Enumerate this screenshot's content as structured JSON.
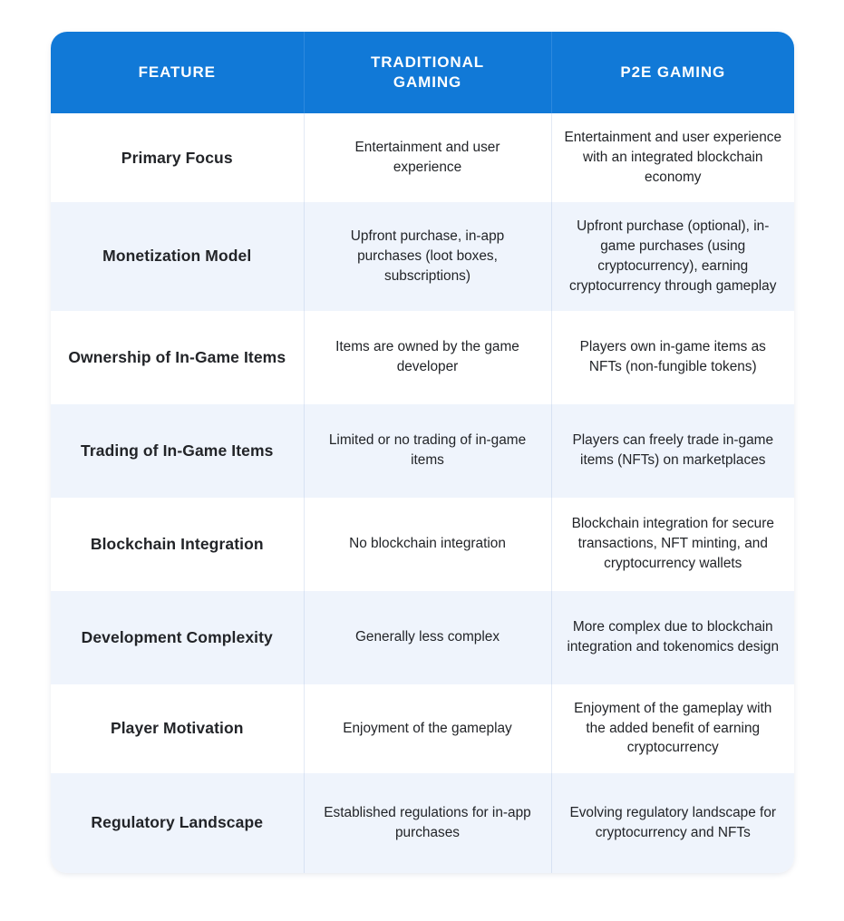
{
  "table": {
    "accent_color": "#1179d7",
    "stripe_color": "#eff4fc",
    "base_color": "#ffffff",
    "headers": [
      {
        "label": "FEATURE"
      },
      {
        "label": "TRADITIONAL\nGAMING"
      },
      {
        "label": "P2E GAMING"
      }
    ],
    "rows": [
      {
        "feature": "Primary Focus",
        "traditional": "Entertainment and user experience",
        "p2e": "Entertainment and user experience with an integrated blockchain economy"
      },
      {
        "feature": "Monetization Model",
        "traditional": "Upfront purchase, in-app purchases (loot boxes, subscriptions)",
        "p2e": "Upfront purchase (optional), in-game purchases (using cryptocurrency), earning cryptocurrency through gameplay"
      },
      {
        "feature": "Ownership of In-Game Items",
        "traditional": "Items are owned by the game developer",
        "p2e": "Players own in-game items as NFTs (non-fungible tokens)"
      },
      {
        "feature": "Trading of In-Game Items",
        "traditional": "Limited or no trading of in-game items",
        "p2e": "Players can freely trade in-game items (NFTs) on marketplaces"
      },
      {
        "feature": "Blockchain Integration",
        "traditional": "No blockchain integration",
        "p2e": "Blockchain integration for secure transactions, NFT minting, and cryptocurrency wallets"
      },
      {
        "feature": "Development Complexity",
        "traditional": "Generally less complex",
        "p2e": "More complex due to blockchain integration and tokenomics design"
      },
      {
        "feature": "Player Motivation",
        "traditional": "Enjoyment of the gameplay",
        "p2e": "Enjoyment of the gameplay with the added benefit of earning cryptocurrency"
      },
      {
        "feature": "Regulatory Landscape",
        "traditional": "Established regulations for in-app purchases",
        "p2e": "Evolving regulatory landscape for cryptocurrency and NFTs"
      }
    ]
  }
}
